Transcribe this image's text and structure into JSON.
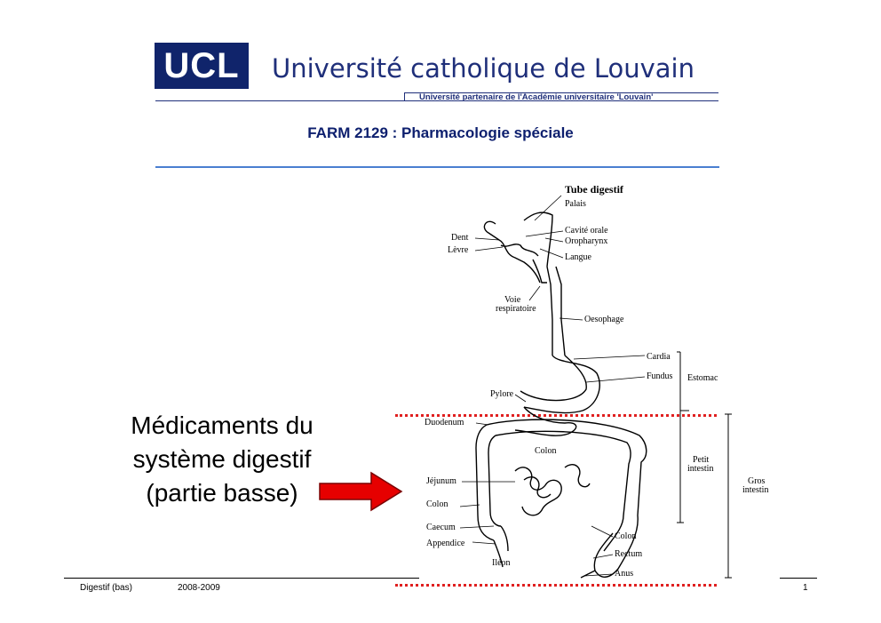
{
  "header": {
    "logo_text": "UCL",
    "university_name": "Université catholique de Louvain",
    "university_subtitle": "Université partenaire de l'Académie universitaire 'Louvain'",
    "brand_color": "#10246b"
  },
  "course": {
    "title": "FARM 2129 : Pharmacologie spéciale"
  },
  "slide": {
    "title_line1": "Médicaments du",
    "title_line2": "système digestif",
    "title_line3": "(partie basse)",
    "arrow_color": "#e60000"
  },
  "diagram": {
    "title": "Tube digestif",
    "labels": {
      "palais": "Palais",
      "cavite_orale": "Cavité orale",
      "oropharynx": "Oropharynx",
      "langue": "Langue",
      "dent": "Dent",
      "levre": "Lèvre",
      "voie_respiratoire_1": "Voie",
      "voie_respiratoire_2": "respiratoire",
      "oesophage": "Oesophage",
      "cardia": "Cardia",
      "fundus": "Fundus",
      "estomac": "Estomac",
      "pylore": "Pylore",
      "duodenum": "Duodenum",
      "colon_transverse": "Colon",
      "petit_intestin_1": "Petit",
      "petit_intestin_2": "intestin",
      "gros_intestin_1": "Gros",
      "gros_intestin_2": "intestin",
      "jejunum": "Jéjunum",
      "colon_ascendant": "Colon",
      "caecum": "Caecum",
      "appendice": "Appendice",
      "ileon": "Iléon",
      "colon_descendant": "Colon",
      "rectum": "Rectum",
      "anus": "Anus"
    },
    "dotted_line_color": "#e02020"
  },
  "footer": {
    "left": "Digestif (bas)",
    "year": "2008-2009",
    "page_number": "1"
  }
}
